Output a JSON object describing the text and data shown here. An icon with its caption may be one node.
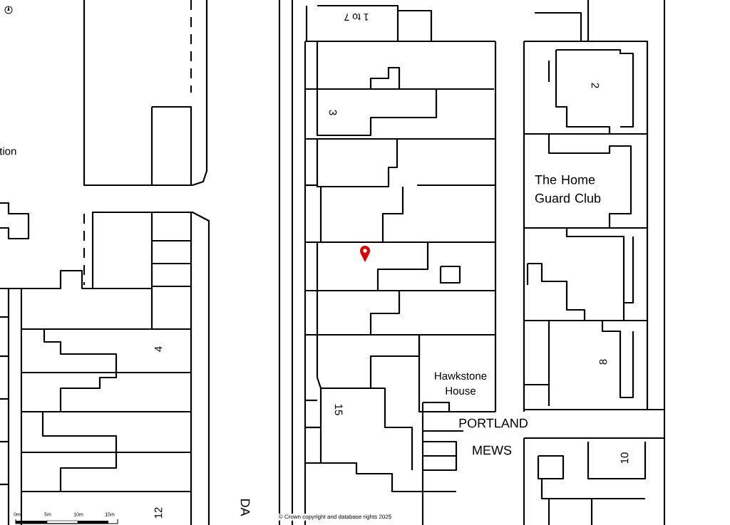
{
  "diagram": {
    "labels": [
      "1 to 7",
      "2",
      "3",
      "tion",
      "The Home Guard Club",
      "4",
      "Hawkstone House",
      "15",
      "8",
      "PORTLAND",
      "MEWS",
      "10",
      "0m",
      "5m",
      "10m",
      "15m",
      "12",
      "DA",
      "© Crown copyright and database rights 2025"
    ]
  }
}
